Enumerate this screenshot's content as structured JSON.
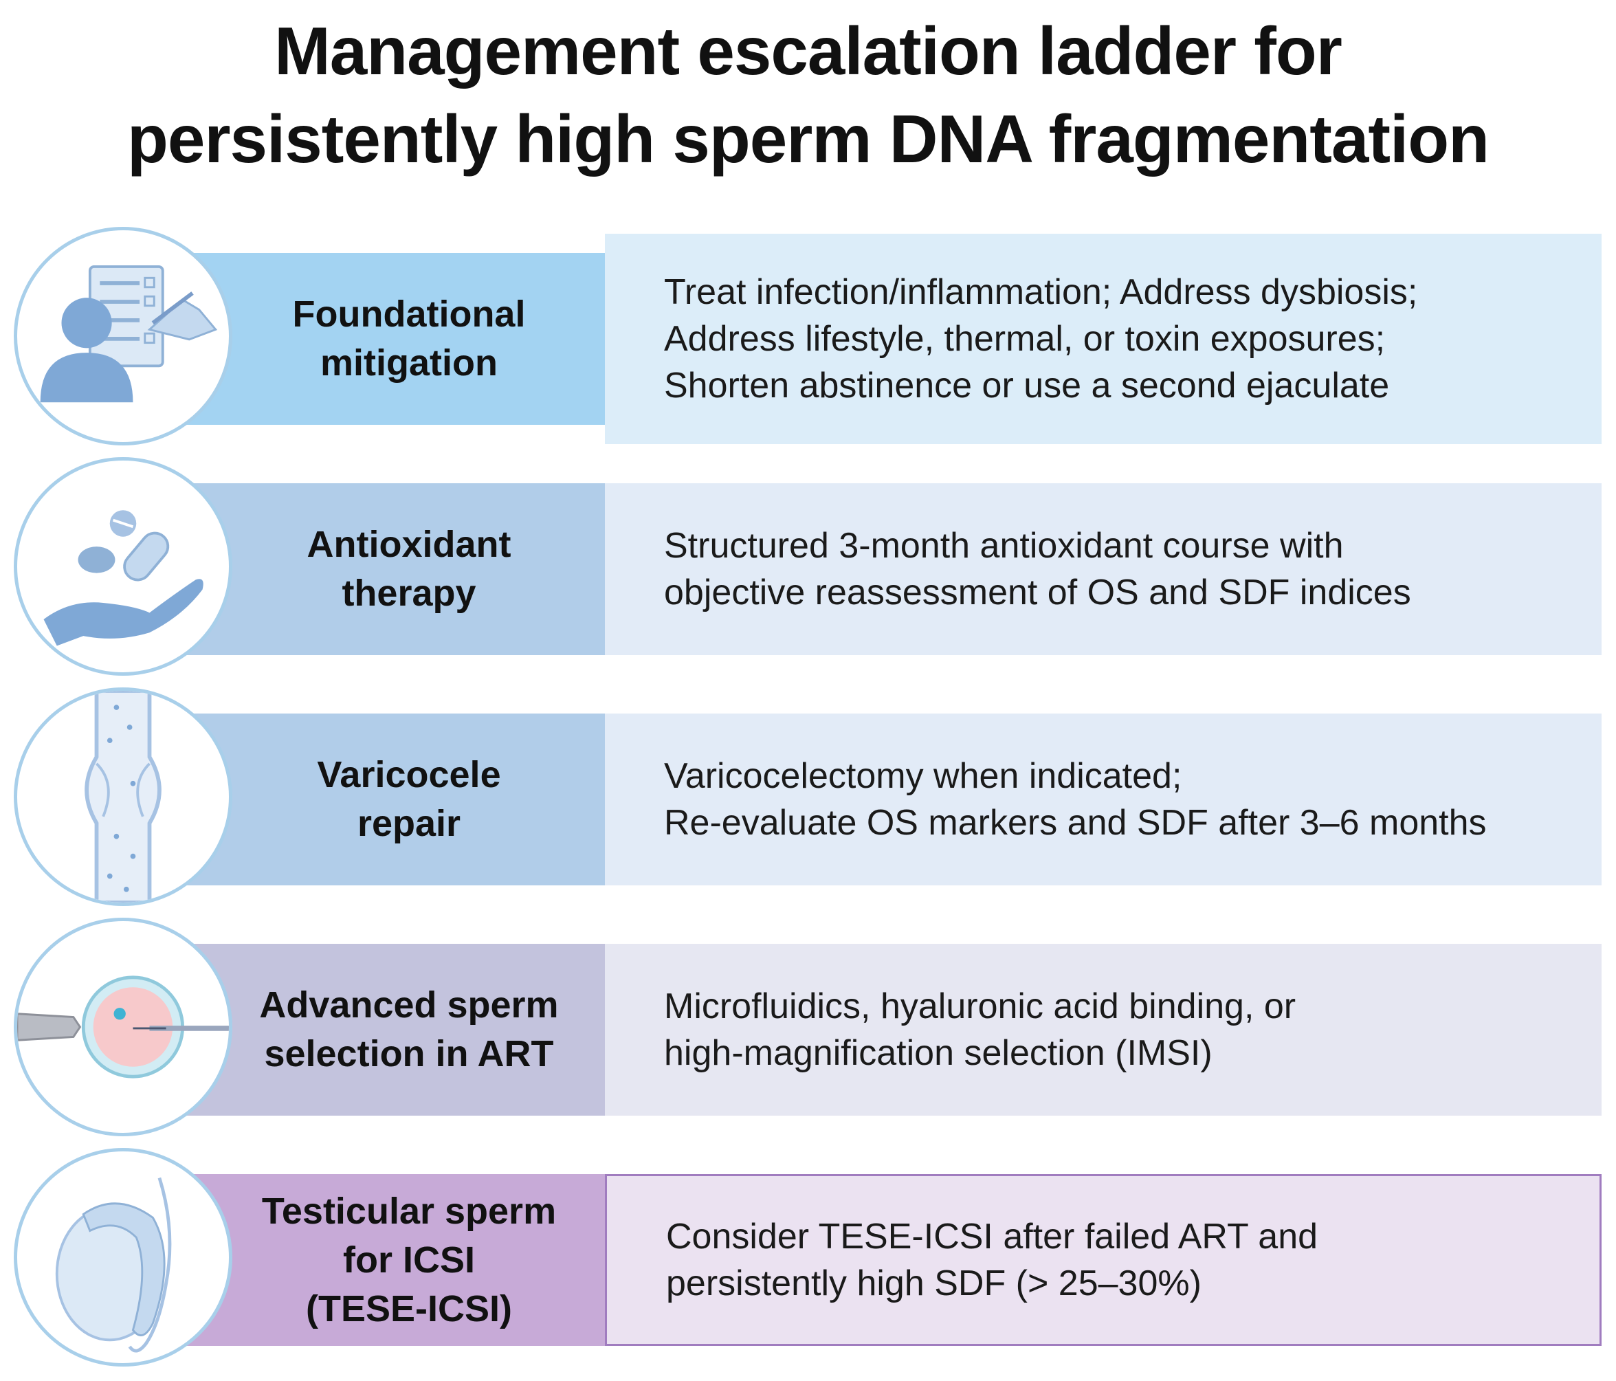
{
  "title": {
    "line1": "Management escalation ladder for",
    "line2": "persistently high sperm DNA fragmentation"
  },
  "steps": [
    {
      "label": [
        "Foundational",
        "mitigation"
      ],
      "desc": [
        "Treat infection/inflammation; Address dysbiosis;",
        "Address lifestyle, thermal, or toxin exposures;",
        "Shorten abstinence or use a second ejaculate"
      ],
      "icon": "clinician-checklist-icon",
      "band_color": "#a3d3f2",
      "box_color": "#dcedf9"
    },
    {
      "label": [
        "Antioxidant",
        "therapy"
      ],
      "desc": [
        "Structured 3-month antioxidant course with",
        "objective reassessment of OS and SDF indices"
      ],
      "icon": "hand-with-pills-icon",
      "band_color": "#b1cde9",
      "box_color": "#e2ebf7"
    },
    {
      "label": [
        "Varicocele",
        "repair"
      ],
      "desc": [
        "Varicocelectomy when indicated;",
        "Re-evaluate OS markers and SDF after 3–6 months"
      ],
      "icon": "vein-valve-icon",
      "band_color": "#b1cde9",
      "box_color": "#e2ebf7"
    },
    {
      "label": [
        "Advanced sperm",
        "selection in ART"
      ],
      "desc": [
        "Microfluidics, hyaluronic acid binding, or",
        "high-magnification selection (IMSI)"
      ],
      "icon": "icsi-injection-icon",
      "band_color": "#c3c3dd",
      "box_color": "#e6e7f2"
    },
    {
      "label": [
        "Testicular sperm",
        "for ICSI",
        "(TESE-ICSI)"
      ],
      "desc": [
        "Consider TESE-ICSI after failed ART and",
        "persistently high SDF (> 25–30%)"
      ],
      "icon": "testis-icon",
      "band_color": "#c7aad7",
      "box_color": "#ebe2f1",
      "box_border": "#a07cbf"
    }
  ]
}
